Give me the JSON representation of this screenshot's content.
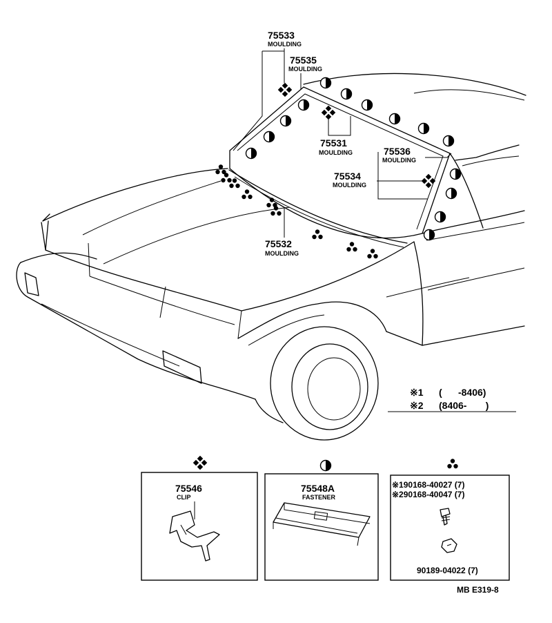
{
  "callouts": {
    "p75533": {
      "num": "75533",
      "name": "MOULDING"
    },
    "p75535": {
      "num": "75535",
      "name": "MOULDING"
    },
    "p75531": {
      "num": "75531",
      "name": "MOULDING"
    },
    "p75536": {
      "num": "75536",
      "name": "MOULDING"
    },
    "p75534": {
      "num": "75534",
      "name": "MOULDING"
    },
    "p75532": {
      "num": "75532",
      "name": "MOULDING"
    }
  },
  "legend": {
    "row1_mark": "※1",
    "row1_range": "(      -8406)",
    "row2_mark": "※2",
    "row2_range": "(8406-       )"
  },
  "boxes": {
    "clip": {
      "num": "75546",
      "name": "CLIP",
      "symbol": "four-dot-diamond"
    },
    "fastener": {
      "num": "75548A",
      "name": "FASTENER",
      "symbol": "half-filled-circle"
    },
    "screws": {
      "symbol": "three-dot-triangle",
      "line1": "※190168-40027 (7)",
      "line2": "※290168-40047 (7)",
      "line3": "90189-04022 (7)"
    }
  },
  "figure_code": "MB E319-8"
}
